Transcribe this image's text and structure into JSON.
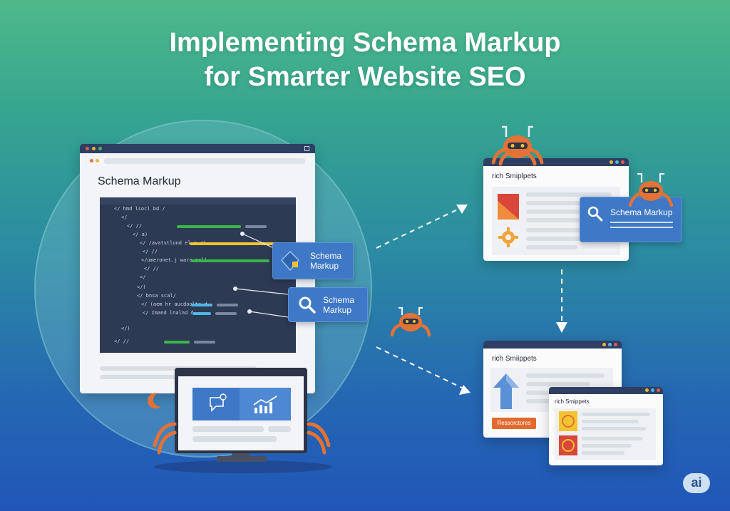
{
  "title_line1": "Implementing Schema Markup",
  "title_line2": "for Smarter Website SEO",
  "main_browser": {
    "heading": "Schema Markup"
  },
  "code_snippets": [
    "</ hmd lsocl bd /",
    "</",
    "</ //",
    "</ a)",
    "</ /avatstlond el.a /)",
    "</ //",
    "</umeronet.j wara nol)",
    "</ //",
    "</",
    "</)",
    "</ bnsa scal/",
    "</ (aem hr aucdoolts d.",
    "</ Imand lnalnd d.",
    "</)",
    "</ //"
  ],
  "tags": {
    "tag1_line1": "Schema",
    "tag1_line2": "Markup",
    "tag2_line1": "Schema",
    "tag2_line2": "Markup",
    "tag3": "Schema Markup"
  },
  "snippet_top": {
    "title": "rich Smiplpets"
  },
  "snippet_mid": {
    "title": "rich Smiippets",
    "button": "Ressorctores"
  },
  "snippet_small": {
    "title": "rich Smippets"
  },
  "badge": "ai",
  "colors": {
    "accent_blue": "#3e78c6",
    "spider_orange": "#e27236",
    "code_green": "#3ab54a",
    "code_yellow": "#f4c430",
    "code_cyan": "#4fb6e8"
  }
}
